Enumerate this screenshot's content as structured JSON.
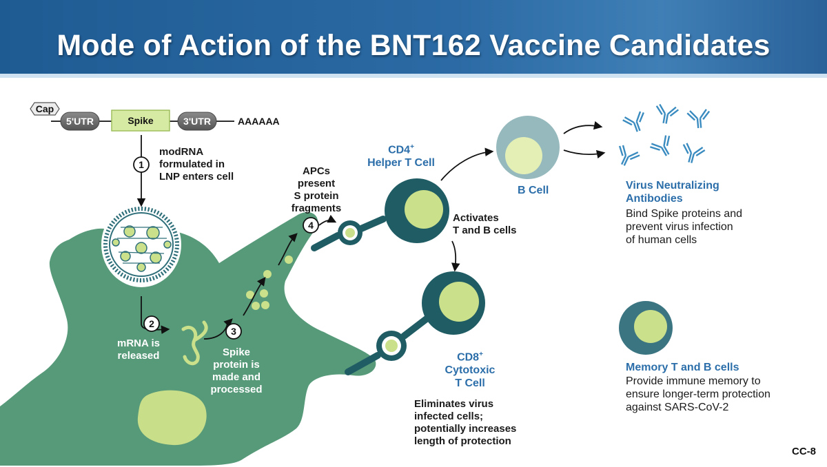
{
  "slide": {
    "title": "Mode of Action of the BNT162 Vaccine Candidates",
    "slide_number": "CC-8"
  },
  "construct": {
    "cap": "Cap",
    "utr5": "5'UTR",
    "spike": "Spike",
    "utr3": "3'UTR",
    "polya": "AAAAAA"
  },
  "steps": [
    {
      "number": "1",
      "text_lines": [
        "modRNA",
        "formulated in",
        "LNP enters cell"
      ]
    },
    {
      "number": "2",
      "text_lines": [
        "mRNA is",
        "released"
      ]
    },
    {
      "number": "3",
      "text_lines": [
        "Spike",
        "protein is",
        "made and",
        "processed"
      ]
    },
    {
      "number": "4",
      "text_lines": [
        "APCs",
        "present",
        "S protein",
        "fragments"
      ]
    }
  ],
  "cells": {
    "cd4": {
      "lines": [
        "CD4",
        "Helper T Cell"
      ],
      "superscript": "+"
    },
    "b_cell": "B Cell",
    "cd8": {
      "lines": [
        "CD8",
        "Cytotoxic",
        "T Cell"
      ],
      "superscript": "+"
    },
    "activates_lines": [
      "Activates",
      "T and B cells"
    ],
    "eliminates_lines": [
      "Eliminates virus",
      "infected cells;",
      "potentially increases",
      "length of protection"
    ]
  },
  "outcomes": {
    "antibodies": {
      "heading_lines": [
        "Virus Neutralizing",
        "Antibodies"
      ],
      "desc_lines": [
        "Bind Spike proteins and",
        "prevent virus infection",
        "of human cells"
      ]
    },
    "memory": {
      "heading": "Memory T and B cells",
      "desc_lines": [
        "Provide immune memory to",
        "ensure longer-term protection",
        "against SARS-CoV-2"
      ]
    }
  },
  "colors": {
    "header": "#2b6aa4",
    "cell_green": "#579a7a",
    "dark_teal": "#1f5c64",
    "lime": "#cbe08a",
    "b_cell": "#96b9bd",
    "memory_cell": "#3c7582",
    "antibody_blue": "#3a8bbf",
    "spike_box": "#d7eaa3"
  }
}
